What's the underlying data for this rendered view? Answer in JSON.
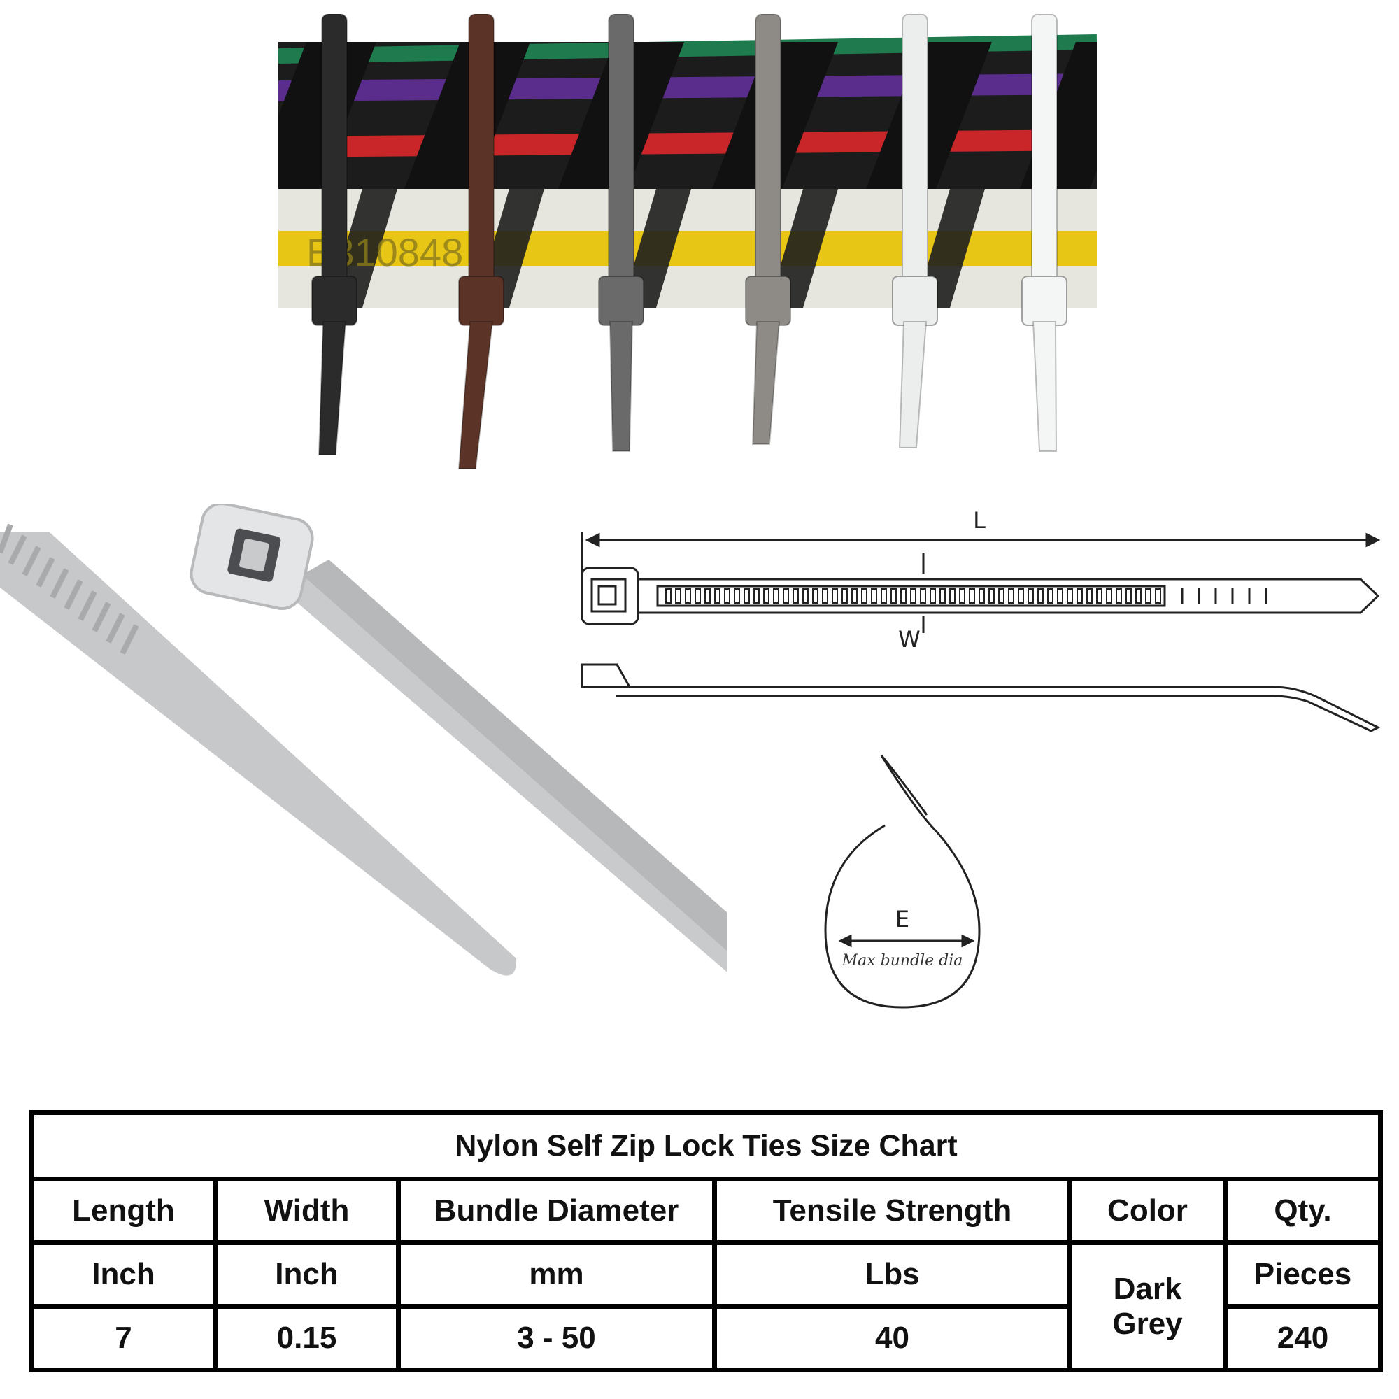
{
  "photo": {
    "cable_print": "E310848",
    "tie_colors": [
      "#2b2b2b",
      "#5b3427",
      "#6a6a6a",
      "#8e8b86",
      "#eceeee",
      "#f4f5f5"
    ]
  },
  "diagram": {
    "length_label": "L",
    "width_label": "W",
    "bundle_label": "E",
    "bundle_caption": "Max bundle dia"
  },
  "table": {
    "title": "Nylon Self Zip Lock Ties Size Chart",
    "headers": [
      "Length",
      "Width",
      "Bundle Diameter",
      "Tensile Strength",
      "Color",
      "Qty."
    ],
    "units": [
      "Inch",
      "Inch",
      "mm",
      "Lbs",
      "Pieces"
    ],
    "values": [
      "7",
      "0.15",
      "3 - 50",
      "40",
      "240"
    ],
    "color_value": [
      "Dark",
      "Grey"
    ]
  }
}
